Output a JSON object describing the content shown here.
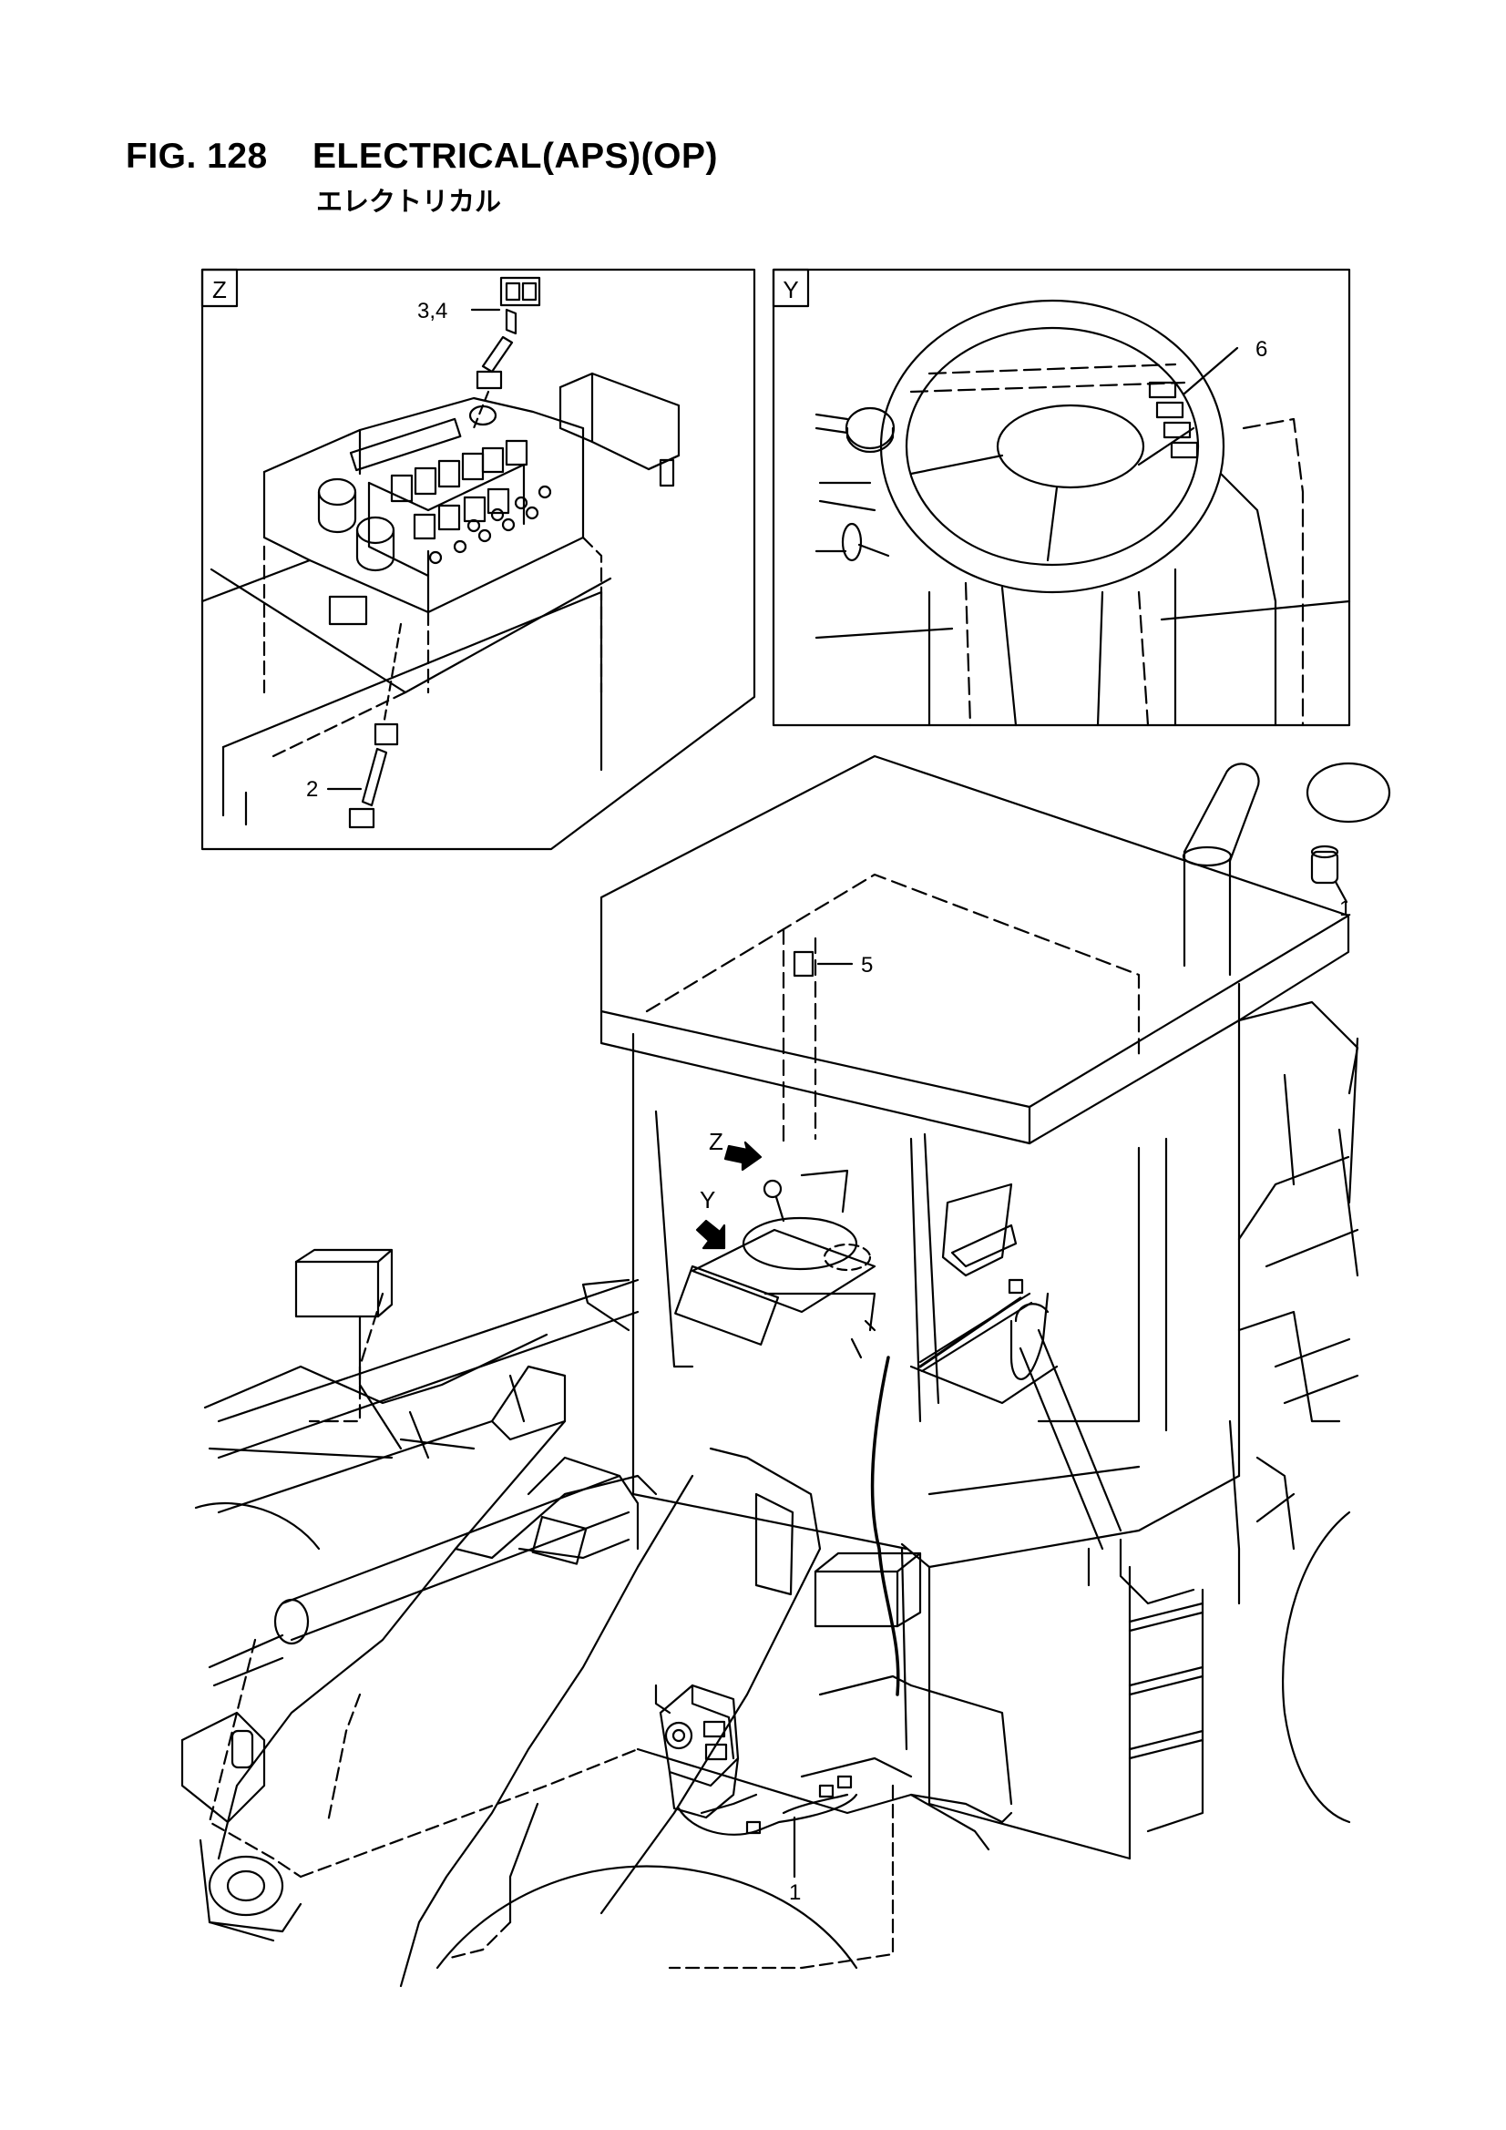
{
  "figure": {
    "number": "FIG. 128",
    "title": "ELECTRICAL(APS)(OP)",
    "subtitle": "エレクトリカル"
  },
  "detail_views": [
    {
      "label": "Z"
    },
    {
      "label": "Y"
    }
  ],
  "callouts": {
    "part_3_4": "3,4",
    "part_2": "2",
    "part_6": "6",
    "part_5": "5",
    "part_1_main": "1",
    "part_1_corner": "1"
  },
  "view_arrows": {
    "z": "Z",
    "y": "Y"
  }
}
